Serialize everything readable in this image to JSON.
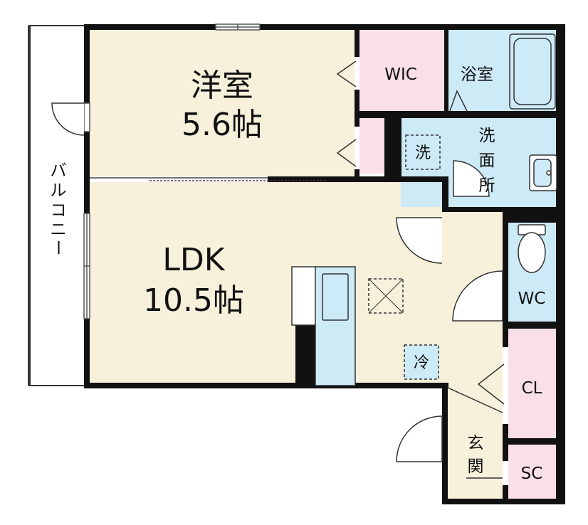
{
  "colors": {
    "cream": "#f7f0db",
    "pink": "#f9dfe8",
    "blue": "#cdeaf7",
    "wall": "#111111",
    "fixture": "#ffffff"
  },
  "rooms": {
    "western_room": {
      "name": "洋室",
      "size": "5.6帖"
    },
    "ldk": {
      "name": "LDK",
      "size": "10.5帖"
    },
    "wic": {
      "name": "WIC"
    },
    "bathroom": {
      "name": "浴室"
    },
    "washroom": {
      "name_chars": [
        "洗",
        "面",
        "所"
      ]
    },
    "washer": {
      "name": "洗"
    },
    "fridge": {
      "name": "冷"
    },
    "wc": {
      "name": "WC"
    },
    "closet": {
      "name": "CL"
    },
    "entrance": {
      "name_chars": [
        "玄",
        "関"
      ]
    },
    "shoe_closet": {
      "name": "SC"
    },
    "balcony": {
      "name_chars": [
        "バ",
        "ル",
        "コ",
        "ニ",
        "ー"
      ]
    }
  }
}
